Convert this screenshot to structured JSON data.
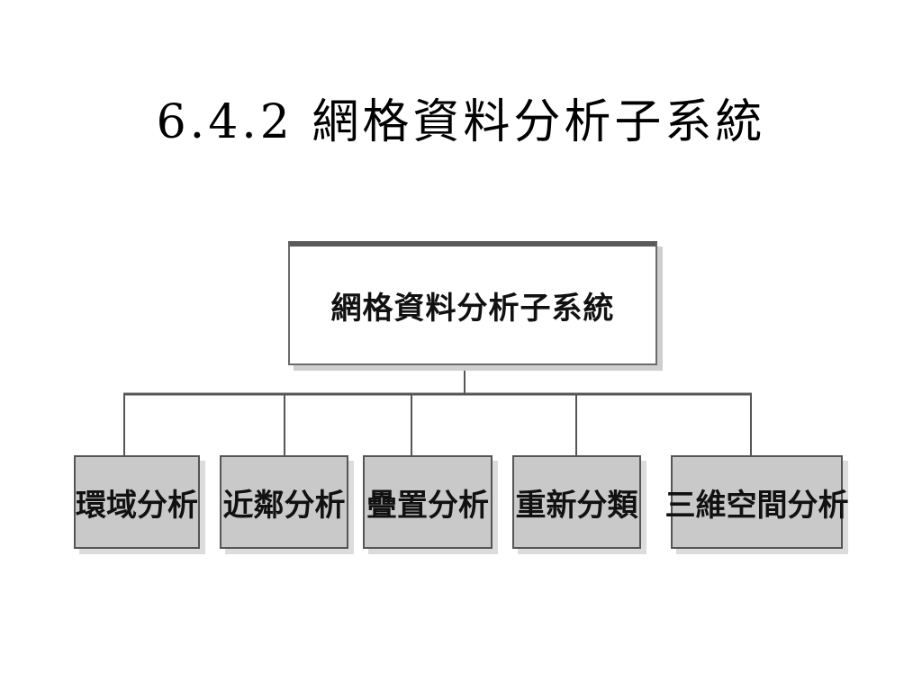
{
  "slide": {
    "title": "6.4.2 網格資料分析子系統"
  },
  "diagram": {
    "root": {
      "label": "網格資料分析子系統"
    },
    "children": [
      {
        "label": "環域分析"
      },
      {
        "label": "近鄰分析"
      },
      {
        "label": "疊置分析"
      },
      {
        "label": "重新分類"
      },
      {
        "label": "三維空間分析"
      }
    ]
  }
}
